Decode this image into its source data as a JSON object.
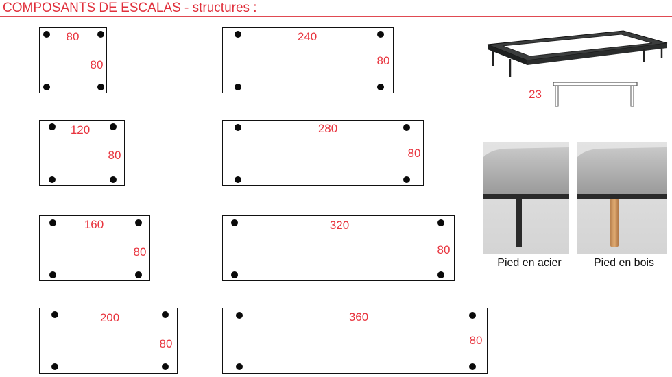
{
  "title": "COMPOSANTS DE ESCALAS - structures :",
  "colors": {
    "accent": "#e0303c",
    "outline": "#111111",
    "dot": "#0a0a0a"
  },
  "structures": [
    {
      "w_label": "80",
      "d_label": "80"
    },
    {
      "w_label": "240",
      "d_label": "80"
    },
    {
      "w_label": "120",
      "d_label": "80"
    },
    {
      "w_label": "280",
      "d_label": "80"
    },
    {
      "w_label": "160",
      "d_label": "80"
    },
    {
      "w_label": "320",
      "d_label": "80"
    },
    {
      "w_label": "200",
      "d_label": "80"
    },
    {
      "w_label": "360",
      "d_label": "80"
    }
  ],
  "frame": {
    "height_label": "23"
  },
  "feet": [
    {
      "caption": "Pied en acier"
    },
    {
      "caption": "Pied en bois"
    }
  ]
}
